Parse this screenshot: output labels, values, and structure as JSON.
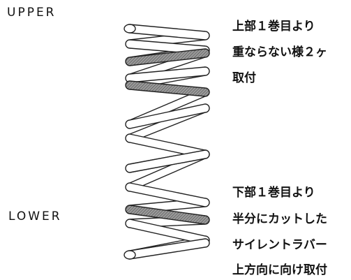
{
  "labels": {
    "upper": "UPPER",
    "lower": "LOWER"
  },
  "notes": {
    "upper": [
      "上部１巻目より",
      "重ならない様２ヶ",
      "取付"
    ],
    "lower": [
      "下部１巻目より",
      "半分にカットした",
      "サイレントラバー",
      "上方向に向け取付"
    ]
  },
  "colors": {
    "line": "#222222",
    "hatch_fill": "#8a8a8a",
    "background": "#ffffff"
  }
}
